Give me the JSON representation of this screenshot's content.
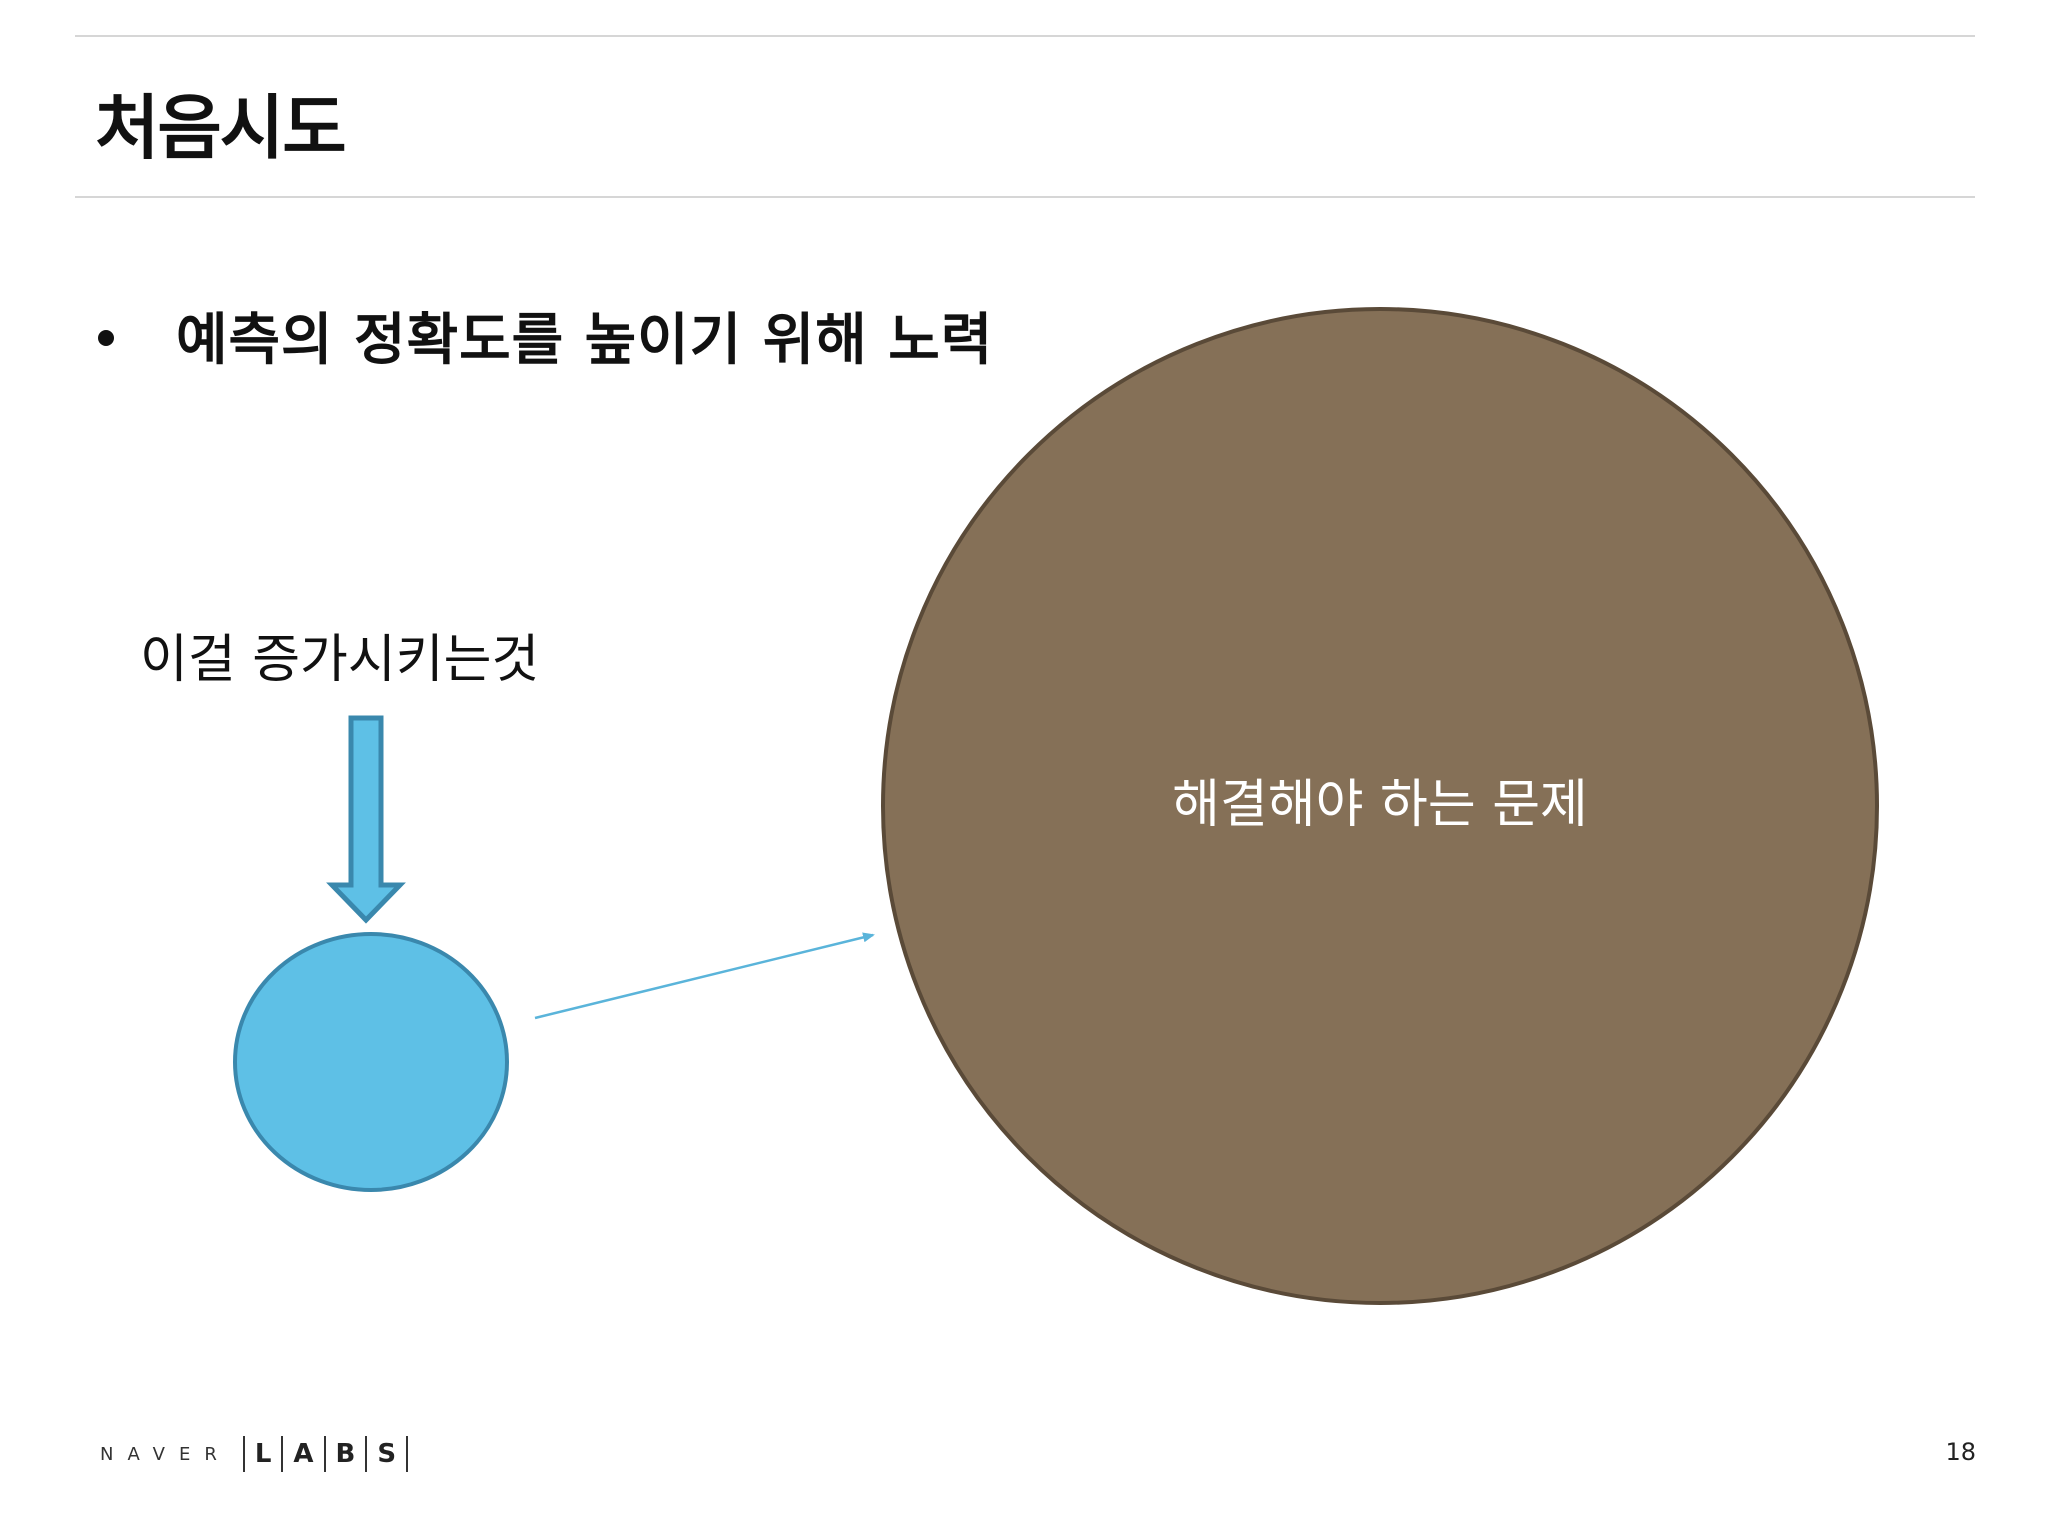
{
  "slide": {
    "title": "처음시도",
    "bullet": "예측의 정확도를 높이기 위해 노력",
    "increase_label": "이걸 증가시키는것",
    "big_circle_label": "해결해야 하는 문제",
    "page_number": "18"
  },
  "footer": {
    "logo": {
      "naver": "NAVER",
      "labs_letters": [
        "L",
        "A",
        "B",
        "S"
      ]
    }
  },
  "colors": {
    "small_circle_fill": "#5ec0e6",
    "small_circle_stroke": "#3a88ad",
    "big_circle_fill": "#857057",
    "big_circle_stroke": "#5a4a38",
    "arrow_line": "#5ab4da",
    "rule": "#d6d6d6"
  }
}
